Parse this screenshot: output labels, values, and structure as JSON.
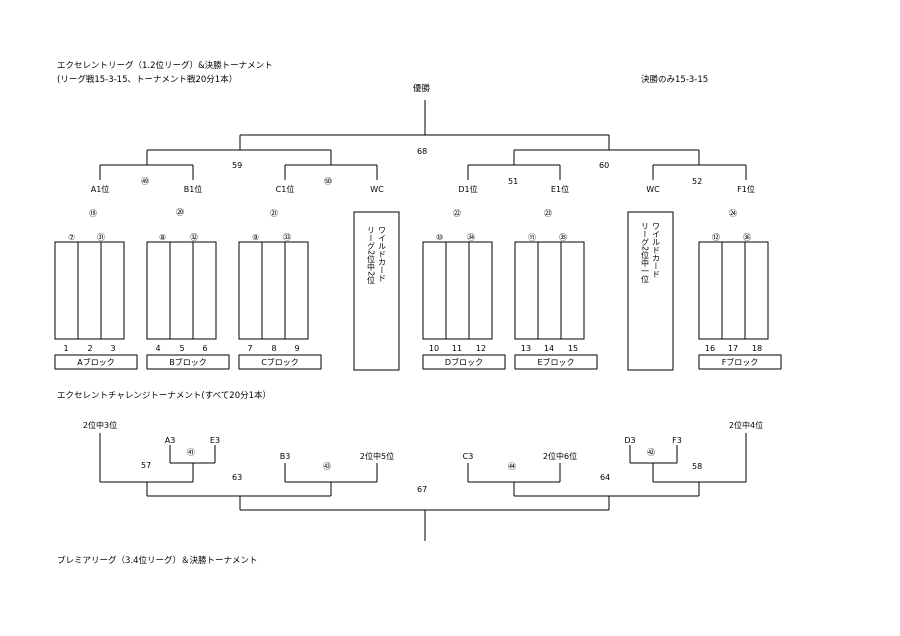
{
  "header": {
    "title1": "エクセレントリーグ（1.2位リーグ）&決勝トーナメント",
    "title2": "(リーグ戦15-3-15、トーナメント戦20分1本）",
    "champion": "優勝",
    "final_only": "決勝のみ15-3-15"
  },
  "excellent": {
    "match_nums": {
      "m68": "68",
      "m59": "59",
      "m60": "60",
      "m49": "㊾",
      "m50": "㊿",
      "m51": "51",
      "m52": "52"
    },
    "slots": [
      "A1位",
      "B1位",
      "C1位",
      "WC",
      "D1位",
      "E1位",
      "WC",
      "F1位"
    ],
    "block_circles": [
      "⑲",
      "⑳",
      "㉑",
      "㉒",
      "㉓",
      "㉔"
    ],
    "blocks": [
      {
        "label": "Aブロック",
        "top": [
          "⑦",
          "㉛"
        ],
        "nums": [
          "1",
          "2",
          "3"
        ]
      },
      {
        "label": "Bブロック",
        "top": [
          "⑧",
          "㉜"
        ],
        "nums": [
          "4",
          "5",
          "6"
        ]
      },
      {
        "label": "Cブロック",
        "top": [
          "⑨",
          "㉝"
        ],
        "nums": [
          "7",
          "8",
          "9"
        ]
      },
      {
        "label": "Dブロック",
        "top": [
          "⑩",
          "㉞"
        ],
        "nums": [
          "10",
          "11",
          "12"
        ]
      },
      {
        "label": "Eブロック",
        "top": [
          "⑪",
          "㉟"
        ],
        "nums": [
          "13",
          "14",
          "15"
        ]
      },
      {
        "label": "Fブロック",
        "top": [
          "⑫",
          "㊱"
        ],
        "nums": [
          "16",
          "17",
          "18"
        ]
      }
    ],
    "wildcards": [
      {
        "col1": "ワイルドカード",
        "col2": "リーグ2位中2位"
      },
      {
        "col1": "ワイルドカード",
        "col2": "リーグ2位中一位"
      }
    ]
  },
  "challenge": {
    "title": "エクセレントチャレンジトーナメント(すべて20分1本）",
    "labels": {
      "l_2nd3": "2位中3位",
      "l_A3": "A3",
      "l_E3": "E3",
      "l_41": "㊶",
      "l_57": "57",
      "l_63": "63",
      "l_B3": "B3",
      "l_43": "㊸",
      "l_2nd5": "2位中5位",
      "l_67": "67",
      "l_C3": "C3",
      "l_44": "㊹",
      "l_2nd6": "2位中6位",
      "l_64": "64",
      "l_D3": "D3",
      "l_F3": "F3",
      "l_42": "㊷",
      "l_58": "58",
      "l_2nd4": "2位中4位"
    }
  },
  "premier": {
    "title": "プレミアリーグ（3.4位リーグ）＆決勝トーナメント"
  }
}
